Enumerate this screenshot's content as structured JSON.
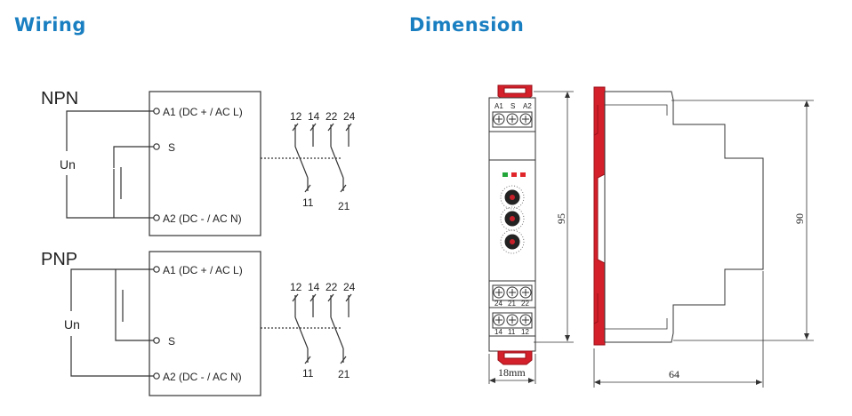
{
  "headings": {
    "wiring": "Wiring",
    "dimension": "Dimension"
  },
  "npn": {
    "title": "NPN",
    "supply": "Un",
    "a1": "A1 (DC +  / AC L)",
    "s": "S",
    "a2": "A2 (DC -  / AC N)"
  },
  "pnp": {
    "title": "PNP",
    "supply": "Un",
    "a1": "A1 (DC +  / AC L)",
    "s": "S",
    "a2": "A2 (DC -  / AC N)"
  },
  "contacts": {
    "top": [
      "12",
      "14",
      "22",
      "24"
    ],
    "bottom": [
      "11",
      "21"
    ]
  },
  "front_terminals": {
    "top": [
      "A1",
      "S",
      "A2"
    ],
    "mid": [
      "24",
      "21",
      "22"
    ],
    "bottom": [
      "14",
      "11",
      "12"
    ]
  },
  "dimensions": {
    "height_front": "95",
    "width_front": "18mm",
    "height_side": "90",
    "depth_side": "64"
  },
  "colors": {
    "heading": "#1a7fc1",
    "clip_red": "#d4202a",
    "led_green": "#22a639",
    "led_red": "#e0262a"
  }
}
